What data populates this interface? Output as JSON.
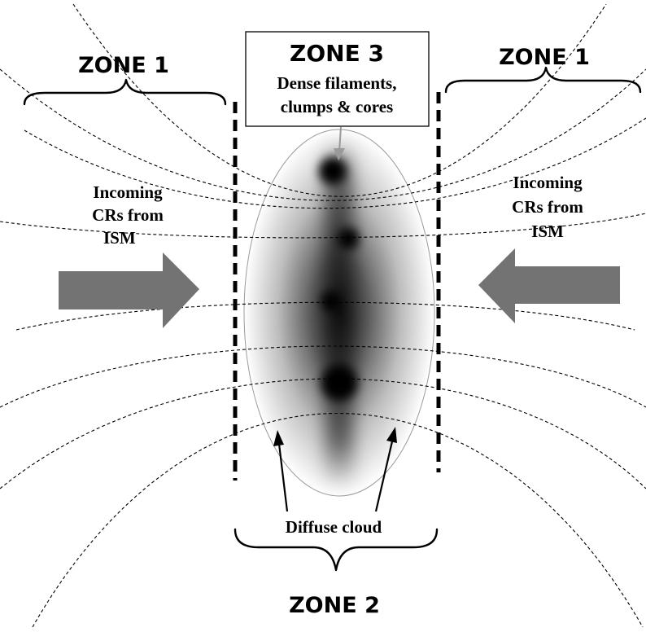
{
  "zones": {
    "zone1_left": "ZONE 1",
    "zone1_right": "ZONE 1",
    "zone2": "ZONE 2",
    "zone3_title": "ZONE 3",
    "zone3_line1": "Dense filaments,",
    "zone3_line2": "clumps & cores"
  },
  "labels": {
    "incoming_left": [
      "Incoming",
      "CRs from",
      "ISM"
    ],
    "incoming_right": [
      "Incoming",
      "CRs from",
      "ISM"
    ],
    "diffuse_cloud": "Diffuse cloud"
  },
  "colors": {
    "arrow": "#737373",
    "core": "#000000",
    "cloud_edge": "#9a9a9a"
  }
}
